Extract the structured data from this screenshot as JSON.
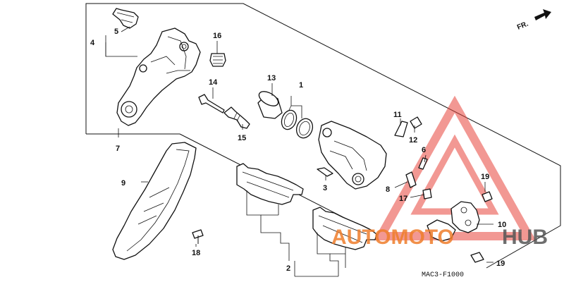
{
  "diagram": {
    "direction_label": "FR.",
    "figure_code": "MAC3-F1000",
    "watermark": {
      "part1": "AUTOMOTO",
      "part2": "HUB",
      "colors": {
        "triangle": "#e8443a",
        "part1": "#ee7d2a",
        "part2": "#555555"
      }
    },
    "callouts": [
      {
        "id": "c1",
        "label": "1"
      },
      {
        "id": "c2",
        "label": "2"
      },
      {
        "id": "c3",
        "label": "3"
      },
      {
        "id": "c4",
        "label": "4"
      },
      {
        "id": "c5",
        "label": "5"
      },
      {
        "id": "c6",
        "label": "6"
      },
      {
        "id": "c7",
        "label": "7"
      },
      {
        "id": "c8",
        "label": "8"
      },
      {
        "id": "c9",
        "label": "9"
      },
      {
        "id": "c10",
        "label": "10"
      },
      {
        "id": "c11",
        "label": "11"
      },
      {
        "id": "c12",
        "label": "12"
      },
      {
        "id": "c13",
        "label": "13"
      },
      {
        "id": "c14",
        "label": "14"
      },
      {
        "id": "c15",
        "label": "15"
      },
      {
        "id": "c16",
        "label": "16"
      },
      {
        "id": "c17",
        "label": "17"
      },
      {
        "id": "c18",
        "label": "18"
      },
      {
        "id": "c19a",
        "label": "19"
      },
      {
        "id": "c19b",
        "label": "19"
      }
    ]
  }
}
